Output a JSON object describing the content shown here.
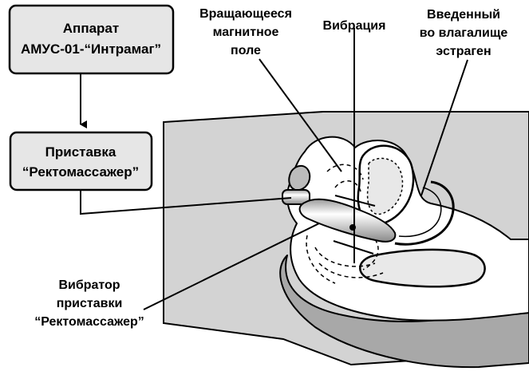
{
  "boxes": {
    "device": {
      "line1": "Аппарат",
      "line2": "АМУС-01-“Интрамаг”"
    },
    "attachment": {
      "line1": "Приставка",
      "line2": "“Ректомассажер”"
    }
  },
  "labels": {
    "field": {
      "line1": "Вращающееся",
      "line2": "магнитное",
      "line3": "поле"
    },
    "vibration": {
      "line1": "Вибрация"
    },
    "estragen": {
      "line1": "Введенный",
      "line2": "во влагалище",
      "line3": "эстраген"
    },
    "vibrator": {
      "line1": "Вибратор",
      "line2": "приставки",
      "line3": "“Ректомассажер”"
    }
  },
  "colors": {
    "panel": "#d3d3d3",
    "box_fill": "#e6e6e6",
    "body_fill": "#b0b0b0",
    "tissue_fill": "#ffffff",
    "probe_fill": "#f0f0f0",
    "stroke": "#000000"
  }
}
